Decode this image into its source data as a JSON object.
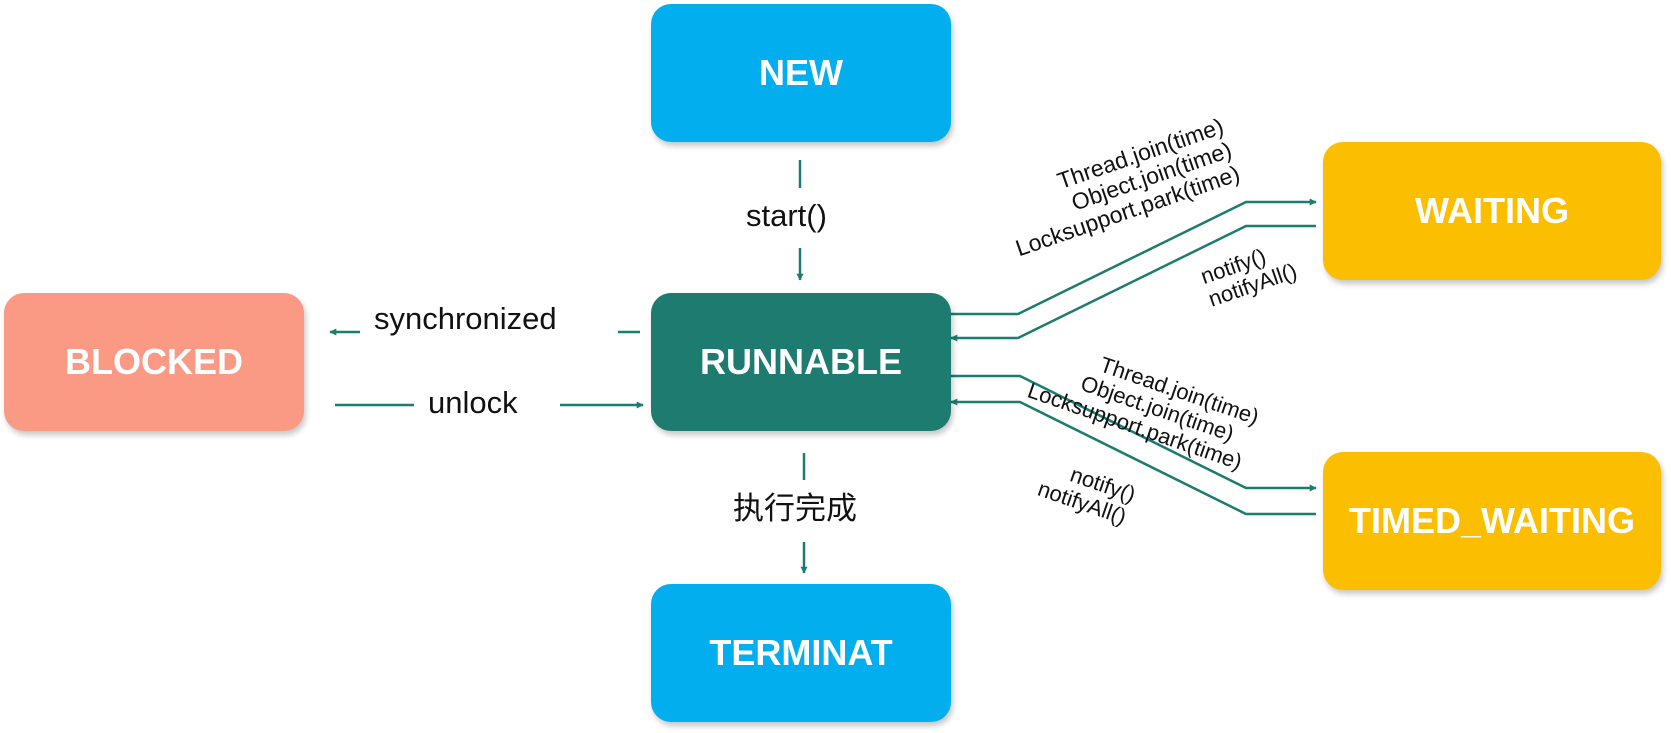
{
  "colors": {
    "new": "#03AEEF",
    "runnable": "#1E7B6F",
    "blocked": "#FA9A85",
    "waiting": "#FCBE00",
    "timed_waiting": "#FCBE00",
    "terminated": "#03AEEF",
    "arrow": "#1E7B6F"
  },
  "states": {
    "new": "NEW",
    "runnable": "RUNNABLE",
    "blocked": "BLOCKED",
    "waiting": "WAITING",
    "timed_waiting": "TIMED_WAITING",
    "terminated": "TERMINAT"
  },
  "transitions": {
    "start": "start()",
    "synchronized": "synchronized",
    "unlock": "unlock",
    "finished": "执行完成",
    "to_waiting": [
      "Thread.join(time)",
      "Object.join(time)",
      "Locksupport.park(time)"
    ],
    "from_waiting": [
      "notify()",
      "notifyAll()"
    ],
    "to_timed_waiting": [
      "Thread.join(time)",
      "Object.join(time)",
      "Locksupport.park(time)"
    ],
    "from_timed_waiting": [
      "notify()",
      "notifyAll()"
    ]
  }
}
